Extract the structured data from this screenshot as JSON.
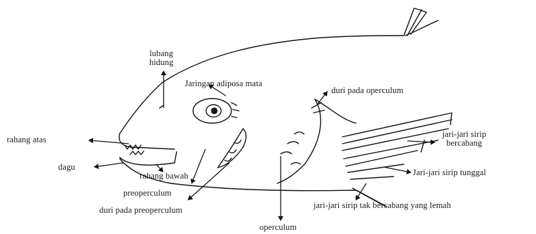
{
  "labels": {
    "lubang_hidung": [
      "lubang",
      "hidung"
    ],
    "jaringan_adiposa": "Jaringan adiposa mata",
    "duri_operculum": "duri pada operculum",
    "rahang_atas": "rahang atas",
    "jari_bercabang": [
      "jari-jari sirip",
      "bercabang"
    ],
    "dagu": "dagu",
    "rahang_bawah": "rahang bawah",
    "jari_tunggal": "Jari-jari sirip tunggal",
    "preoperculum": "preoperculum",
    "duri_preoperculum": "duri  pada preoperculum",
    "jari_lemah": "jari-jari sirip tak bercabang yang lemah",
    "operculum": "operculum"
  }
}
